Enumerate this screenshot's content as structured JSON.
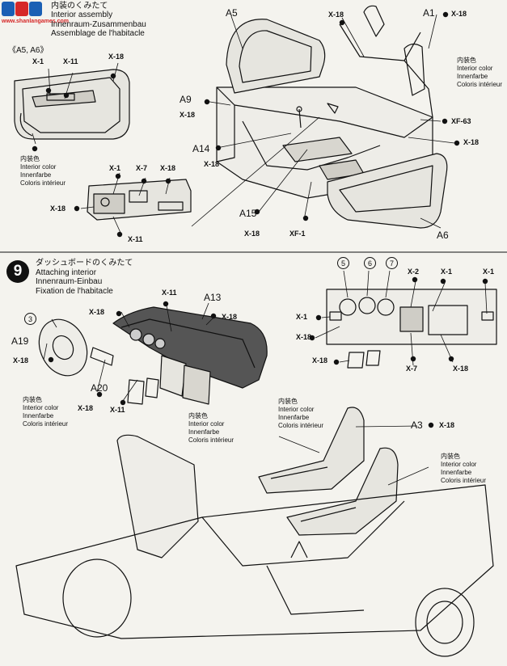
{
  "watermark": {
    "text": "www.shanlangames.com"
  },
  "step8": {
    "title_lines": [
      "内装のくみたて",
      "Interior assembly",
      "Innenraum-Zusammenbau",
      "Assemblage de l'habitacle"
    ],
    "subgroup": "《A5, A6》",
    "color_note_left": [
      "内装色",
      "Interior color",
      "Innenfarbe",
      "Coloris intérieur"
    ],
    "color_note_right": [
      "内装色",
      "Interior color",
      "Innenfarbe",
      "Coloris intérieur"
    ],
    "parts": {
      "a5": "A5",
      "a1": "A1",
      "a9": "A9",
      "a14": "A14",
      "a15": "A15",
      "a6": "A6"
    },
    "codes": {
      "x1": "X-1",
      "x11": "X-11",
      "x18": "X-18",
      "x7": "X-7",
      "xf63": "XF-63",
      "xf1": "XF-1"
    }
  },
  "step9": {
    "number": "9",
    "title_lines": [
      "ダッシュボードのくみたて",
      "Attaching interior",
      "Innenraum-Einbau",
      "Fixation de l'habitacle"
    ],
    "color_note_a": [
      "内装色",
      "Interior color",
      "Innenfarbe",
      "Coloris intérieur"
    ],
    "color_note_b": [
      "内装色",
      "Interior color",
      "Innenfarbe",
      "Coloris intérieur"
    ],
    "color_note_c": [
      "内装色",
      "Interior color",
      "Innenfarbe",
      "Coloris intérieur"
    ],
    "parts": {
      "a13": "A13",
      "a19": "A19",
      "a20": "A20",
      "a3": "A3"
    },
    "decals": [
      "3",
      "5",
      "6",
      "7"
    ],
    "codes": {
      "x1": "X-1",
      "x2": "X-2",
      "x7": "X-7",
      "x11": "X-11",
      "x18": "X-18"
    }
  },
  "colors": {
    "ink": "#111111",
    "paper": "#f4f3ee",
    "logo_blue": "#1a5fb4",
    "logo_red": "#d62828"
  }
}
